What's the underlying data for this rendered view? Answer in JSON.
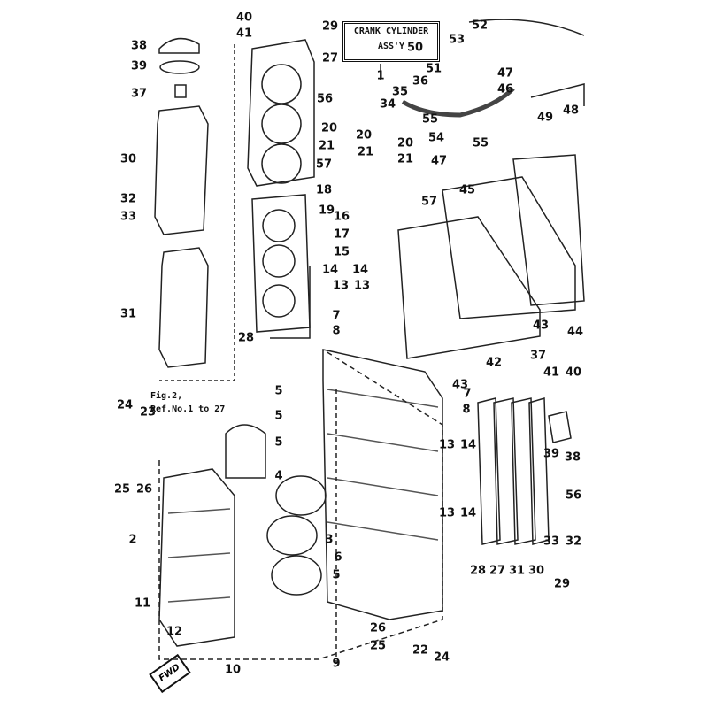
{
  "title_box": {
    "line1": "CRANK CYLINDER",
    "line2": "ASS'Y"
  },
  "figure_note": {
    "line1": "Fig.2,",
    "line2": "Ref.No.1 to 27"
  },
  "fwd_label": "FWD",
  "labels": [
    "40",
    "41",
    "38",
    "39",
    "37",
    "29",
    "27",
    "1",
    "52",
    "53",
    "50",
    "51",
    "36",
    "35",
    "34",
    "55",
    "54",
    "55",
    "47",
    "46",
    "49",
    "48",
    "47",
    "45",
    "56",
    "20",
    "21",
    "57",
    "20",
    "21",
    "20",
    "21",
    "18",
    "19",
    "57",
    "16",
    "17",
    "15",
    "14",
    "14",
    "13",
    "13",
    "30",
    "32",
    "33",
    "31",
    "28",
    "7",
    "8",
    "44",
    "43",
    "42",
    "43",
    "37",
    "41",
    "40",
    "7",
    "8",
    "5",
    "5",
    "5",
    "4",
    "24",
    "23",
    "25",
    "26",
    "2",
    "3",
    "6",
    "5",
    "13",
    "14",
    "13",
    "14",
    "28",
    "27",
    "31",
    "30",
    "39",
    "38",
    "56",
    "33",
    "32",
    "29",
    "11",
    "12",
    "10",
    "9",
    "26",
    "25",
    "22",
    "24"
  ]
}
